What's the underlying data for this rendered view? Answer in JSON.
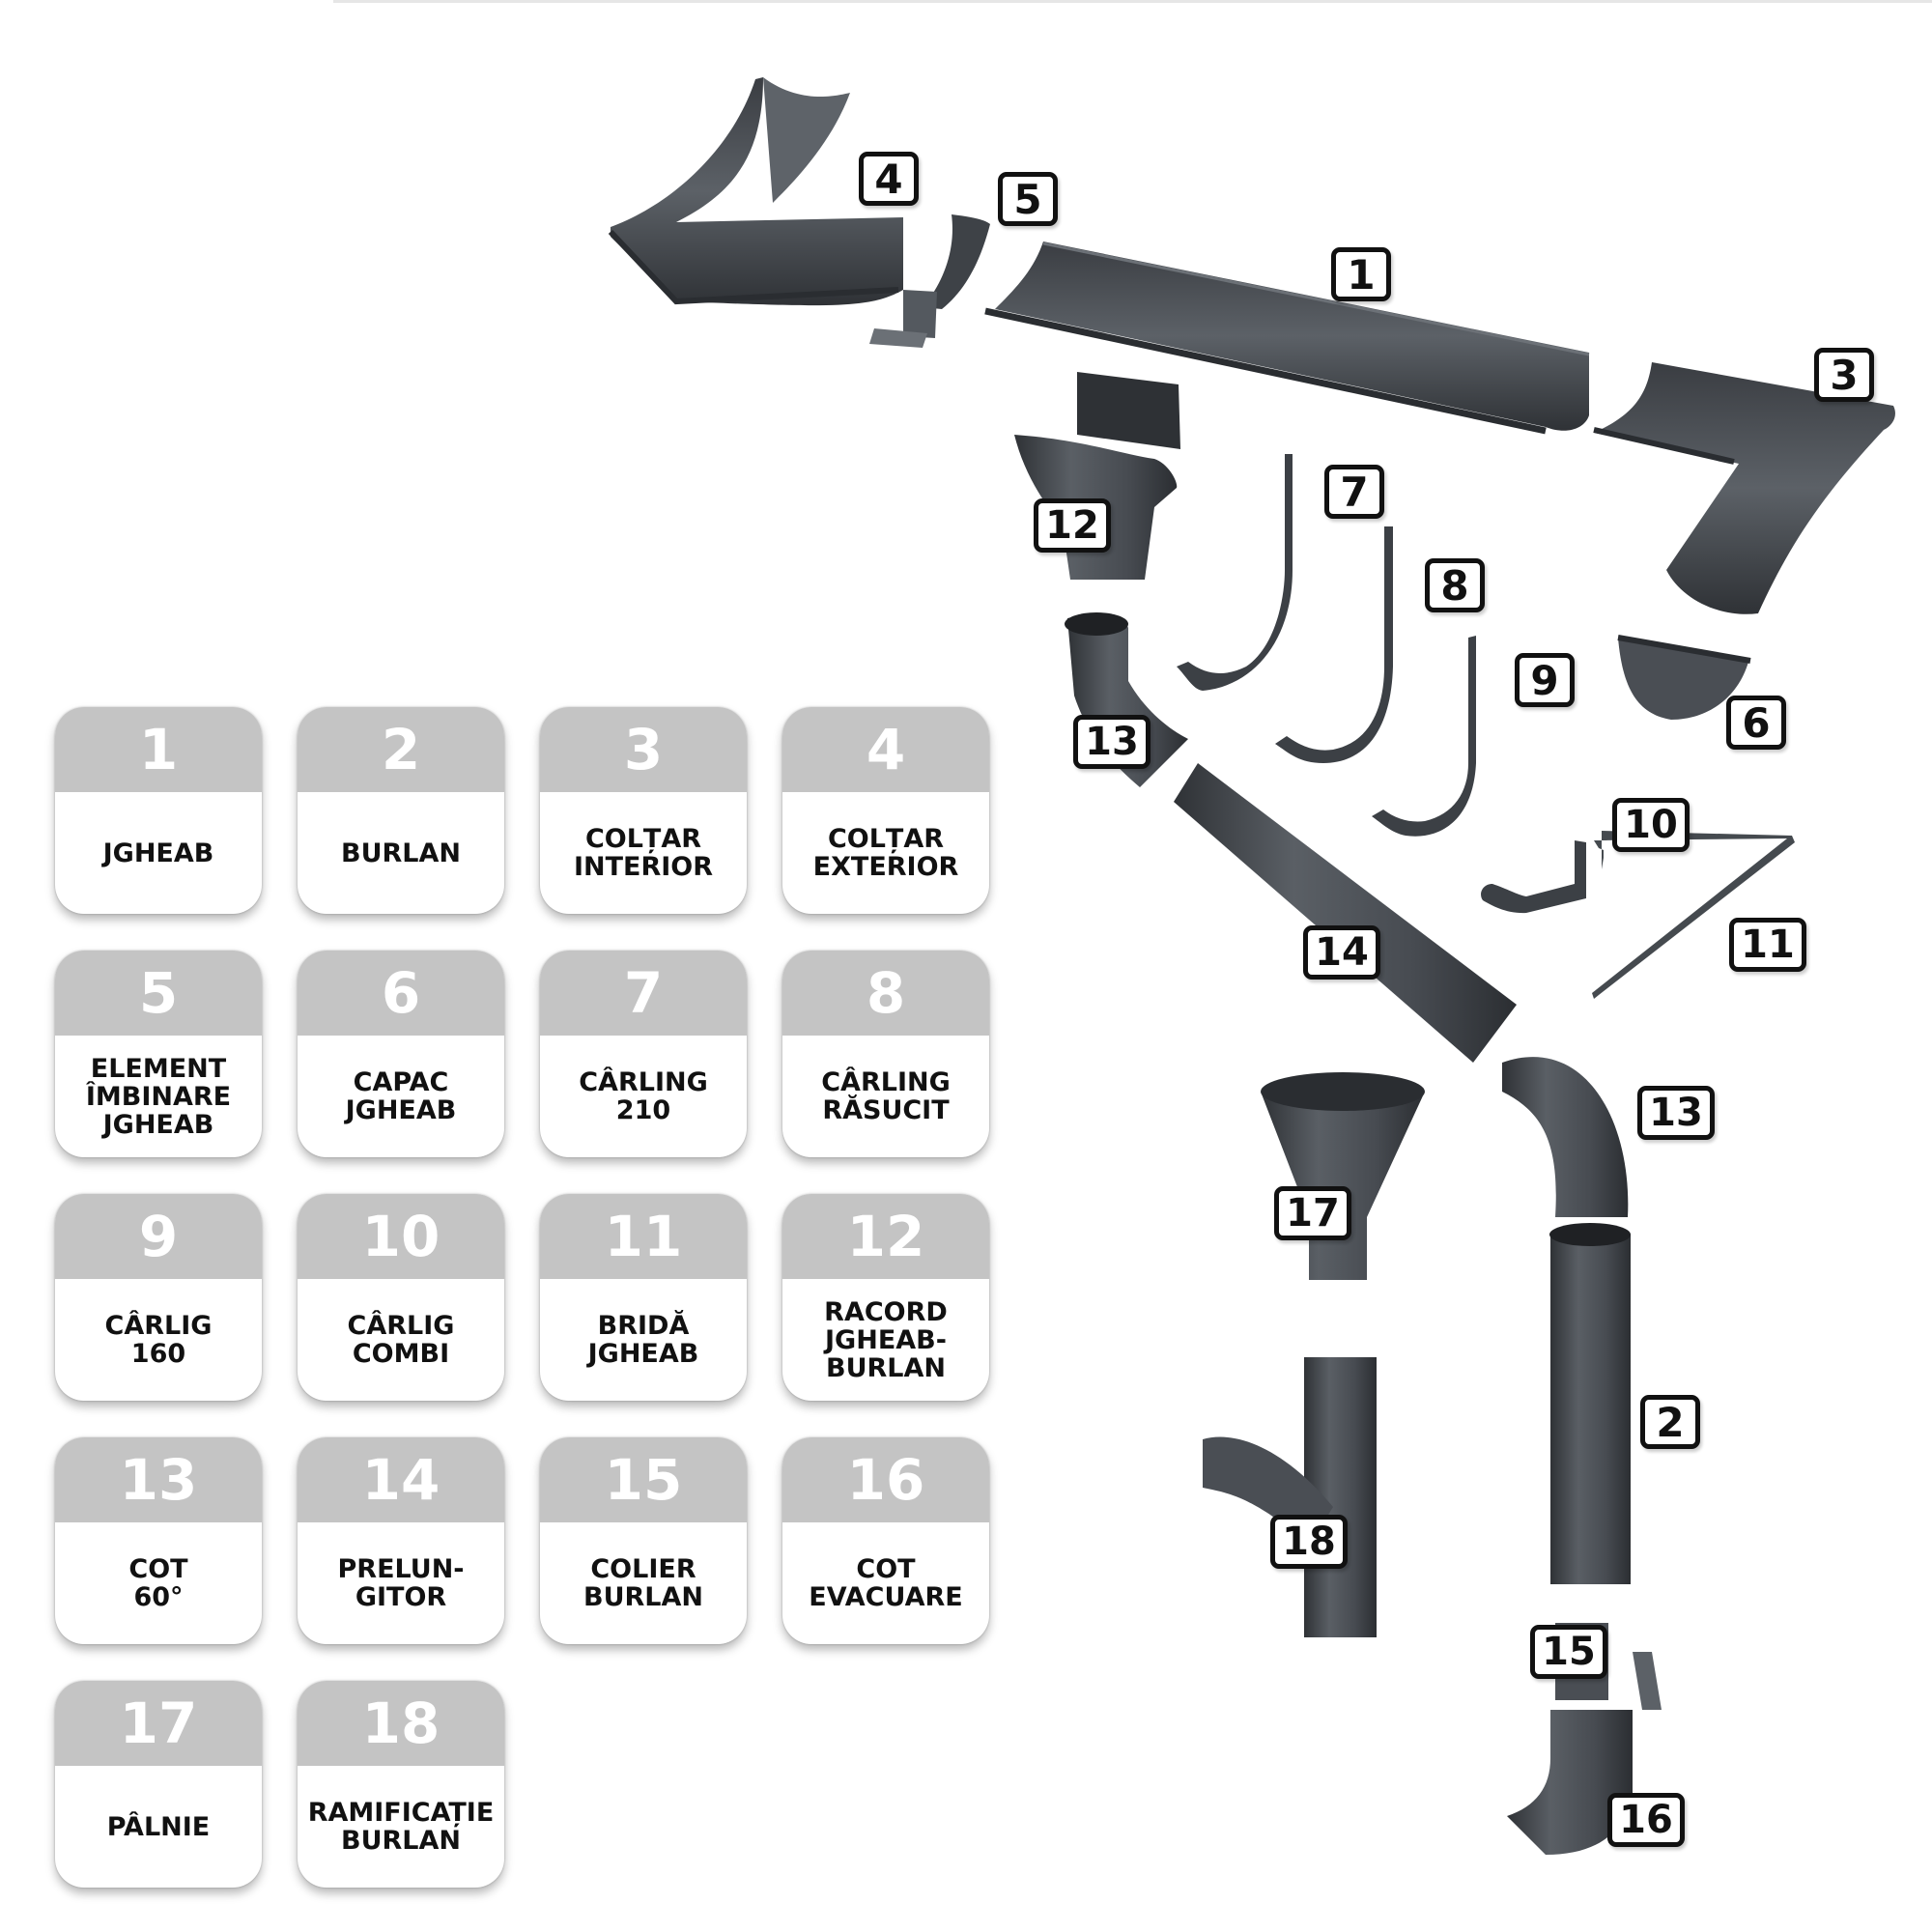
{
  "legend": [
    {
      "num": "1",
      "name": "JGHEAB"
    },
    {
      "num": "2",
      "name": "BURLAN"
    },
    {
      "num": "3",
      "name": "COLȚAR\nINTERIOR"
    },
    {
      "num": "4",
      "name": "COLȚAR\nEXTERIOR"
    },
    {
      "num": "5",
      "name": "ELEMENT\nÎMBINARE\nJGHEAB"
    },
    {
      "num": "6",
      "name": "CAPAC\nJGHEAB"
    },
    {
      "num": "7",
      "name": "CÂRLING\n210"
    },
    {
      "num": "8",
      "name": "CÂRLING\nRĂSUCIT"
    },
    {
      "num": "9",
      "name": "CÂRLIG\n160"
    },
    {
      "num": "10",
      "name": "CÂRLIG\nCOMBI"
    },
    {
      "num": "11",
      "name": "BRIDĂ\nJGHEAB"
    },
    {
      "num": "12",
      "name": "RACORD\nJGHEAB-\nBURLAN"
    },
    {
      "num": "13",
      "name": "COT\n60°"
    },
    {
      "num": "14",
      "name": "PRELUN-\nGITOR"
    },
    {
      "num": "15",
      "name": "COLIER\nBURLAN"
    },
    {
      "num": "16",
      "name": "COT\nEVACUARE"
    },
    {
      "num": "17",
      "name": "PÂLNIE"
    },
    {
      "num": "18",
      "name": "RAMIFICAȚIE\nBURLAN"
    }
  ],
  "diagram_tags": [
    "1",
    "2",
    "3",
    "4",
    "5",
    "6",
    "7",
    "8",
    "9",
    "10",
    "11",
    "12",
    "13",
    "13",
    "14",
    "15",
    "16",
    "17",
    "18"
  ],
  "colors": {
    "metal": "#4a4e54",
    "metal_dark": "#2e3135",
    "metal_light": "#6d7278",
    "card_header": "#c4c4c4"
  }
}
